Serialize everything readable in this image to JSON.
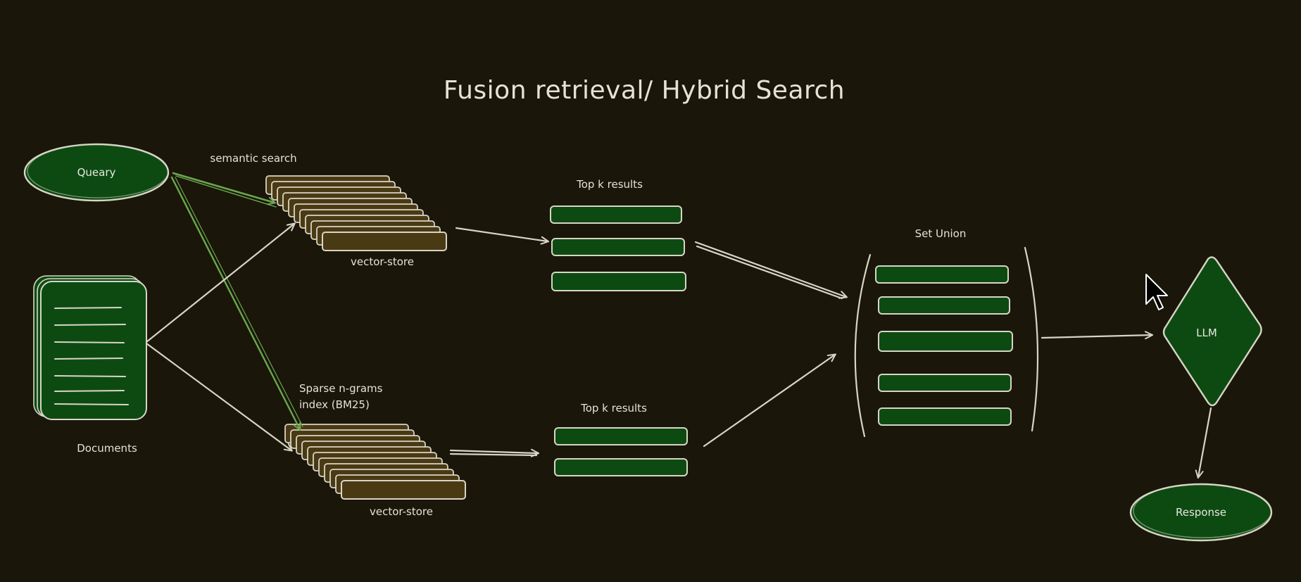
{
  "title": "Fusion retrieval/ Hybrid Search",
  "nodes": {
    "query": "Queary",
    "documents": "Documents",
    "semantic_search": "semantic search",
    "vector_store_top": "vector-store",
    "sparse_index_line1": "Sparse n-grams",
    "sparse_index_line2": "index (BM25)",
    "vector_store_bottom": "vector-store",
    "top_k_top": "Top k results",
    "top_k_bottom": "Top k results",
    "set_union": "Set Union",
    "llm": "LLM",
    "response": "Response"
  },
  "colors": {
    "background": "#1a1609",
    "node_fill": "#0d4a12",
    "store_fill": "#4a3a14",
    "sketch_stroke": "#d8d5c6",
    "green_arrow": "#6aa84f"
  },
  "icons": {
    "cursor": "mouse-pointer-icon"
  }
}
